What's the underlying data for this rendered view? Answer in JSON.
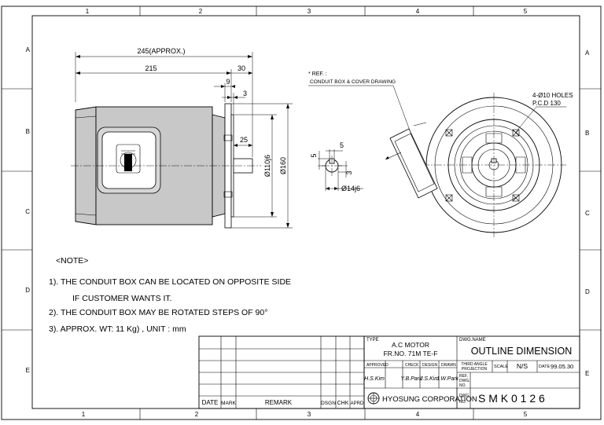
{
  "border": {
    "columns": [
      "1",
      "2",
      "3",
      "4",
      "5"
    ],
    "rows": [
      "A",
      "B",
      "C",
      "D",
      "E"
    ]
  },
  "dimensions": {
    "overall_length": "245(APPROX.)",
    "body_length": "215",
    "flange_to_shaft": "30",
    "flange_thickness": "9",
    "spigot": "3",
    "shaft_length": "25",
    "spigot_dia": "Ø110j6",
    "flange_dia": "Ø160",
    "key_height": "5",
    "key_width": "5",
    "key_depth": "3",
    "shaft_dia": "Ø14j6",
    "holes_line1": "4-Ø10 HOLES",
    "holes_line2": "P.C.D 130"
  },
  "reference": {
    "line1": "* REF. :",
    "line2": "CONDUIT BOX & COVER DRAWING"
  },
  "notes": {
    "heading": "<NOTE>",
    "n1": "1). THE CONDUIT BOX CAN BE LOCATED ON OPPOSITE SIDE",
    "n1b": "IF CUSTOMER WANTS IT.",
    "n2": "2). THE CONDUIT BOX  MAY BE ROTATED STEPS OF 90°",
    "n3": "3). APPROX. WT:  11 Kg) , UNIT :  mm"
  },
  "revision_table": {
    "headers": [
      "DATE",
      "MARK",
      "REMARK",
      "DSGN",
      "CHK",
      "APRD"
    ]
  },
  "title_block": {
    "type_label": "TYPE",
    "type_line1": "A.C MOTOR",
    "type_line2": "FR.NO. 71M TE-F",
    "dwg_name_label": "DWG.NAME",
    "dwg_name": "OUTLINE DIMENSION",
    "approved_label": "APPROVED",
    "check_label": "CHECK",
    "design_label": "DESIGN",
    "drawn_label": "DRAWN",
    "projection_line1": "THIRD ANGLE",
    "projection_line2": "PROJECTION",
    "scale_label": "SCALE",
    "scale_value": "N/S",
    "date_label": "DATE",
    "date_value": "99.05.30",
    "ref_label1": "REF.",
    "ref_label2": "DWG.",
    "ref_label3": "NO.",
    "sig_approved": "H.S.Kim",
    "sig_check": "Y.B.Park",
    "sig_design": "J.S.Kim",
    "sig_drawn": "J.W.Park",
    "company": "HYOSUNG CORPORATION",
    "dwg_no_label1": "DWG.",
    "dwg_no_label2": "NO.",
    "dwg_no": "S M K 0 1 2 6"
  },
  "colors": {
    "ink": "#000000",
    "shade": "#c8c8c8",
    "paper": "#ffffff"
  }
}
